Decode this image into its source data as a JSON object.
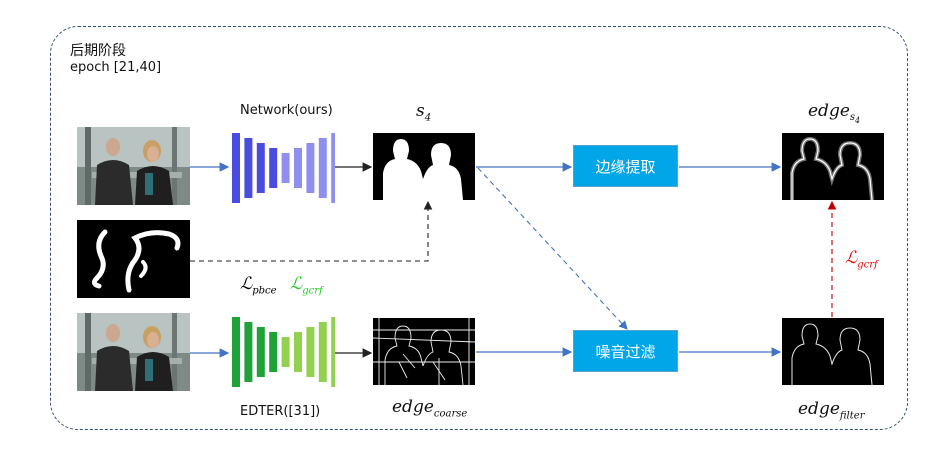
{
  "stage": {
    "title": "后期阶段",
    "epoch": "epoch [21,40]"
  },
  "network_top": {
    "label": "Network(ours)",
    "bar_color": "#4a4ce0",
    "bar_color_light": "#8f8ff0"
  },
  "network_bottom": {
    "label": "EDTER([31])",
    "bar_color": "#1fa23a",
    "bar_color_light": "#92d050"
  },
  "outputs": {
    "s4": {
      "base": "s",
      "sub": "4"
    },
    "edge_s4": {
      "base": "edge",
      "sub": "s",
      "subsub": "4"
    },
    "edge_coarse": {
      "base": "edge",
      "sub": "coarse"
    },
    "edge_filter": {
      "base": "edge",
      "sub": "filter"
    }
  },
  "process_boxes": {
    "edge_extract": "边缘提取",
    "noise_filter": "噪音过滤"
  },
  "losses": {
    "pbce": {
      "base": "ℒ",
      "sub": "pbce",
      "color": "#000000"
    },
    "gcrf_green": {
      "base": "ℒ",
      "sub": "gcrf",
      "color": "#22cc22"
    },
    "gcrf_red": {
      "base": "ℒ",
      "sub": "gcrf",
      "color": "#e01010"
    }
  },
  "colors": {
    "arrow_blue": "#4472c4",
    "arrow_dark": "#222222",
    "arrow_red": "#c00000",
    "box_fill": "#00a6e8"
  }
}
